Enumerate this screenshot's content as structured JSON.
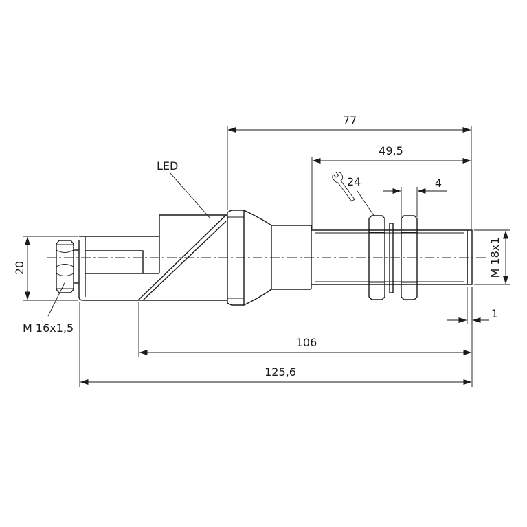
{
  "labels": {
    "led": "LED",
    "wrench_size": "24",
    "thread_left": "M 16x1,5",
    "thread_right": "M 18x1"
  },
  "dimensions": {
    "height_left": "20",
    "len_77": "77",
    "len_49_5": "49,5",
    "len_4": "4",
    "len_1": "1",
    "len_106": "106",
    "len_125_6": "125,6"
  }
}
